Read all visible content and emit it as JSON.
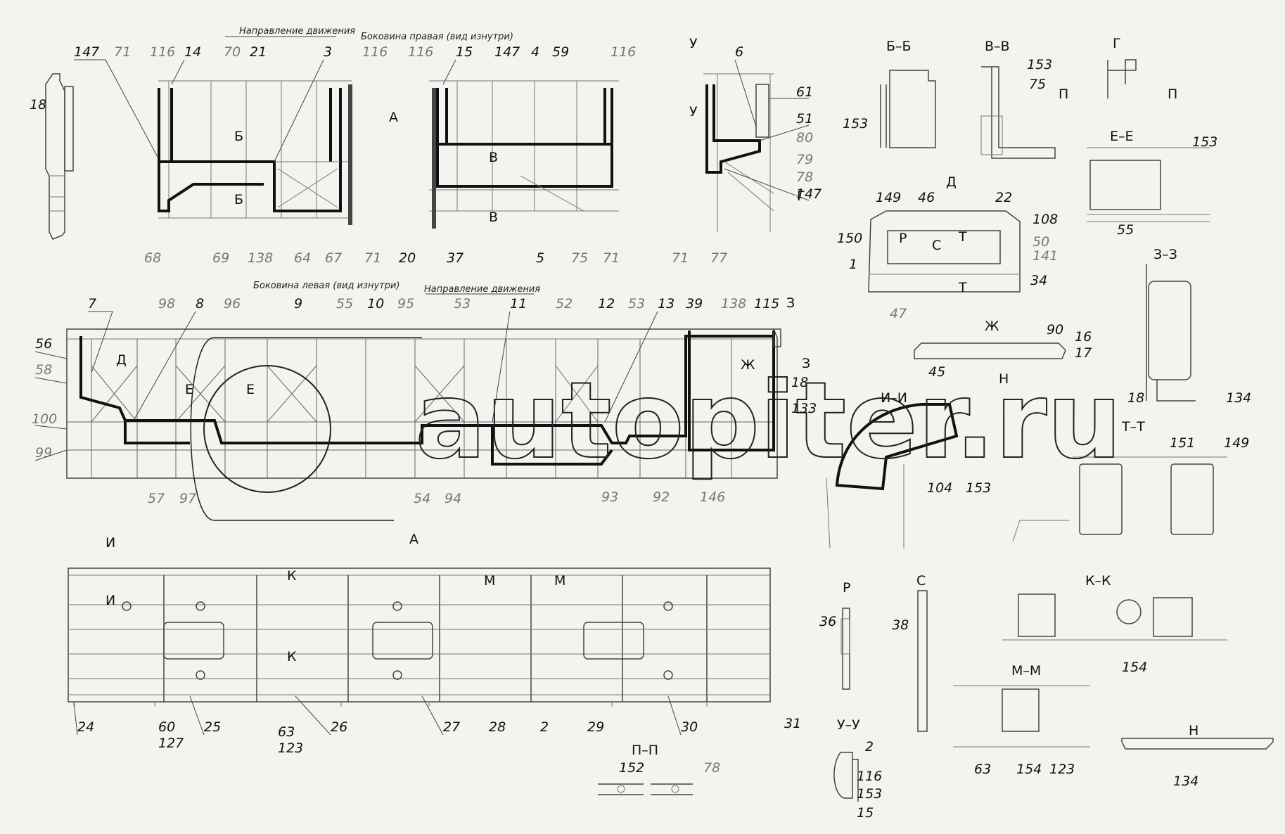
{
  "captions": {
    "motion_top": "Направление движения",
    "right_side": "Боковина правая (вид изнутри)",
    "left_side": "Боковина левая (вид изнутри)",
    "motion_mid": "Направление движения"
  },
  "watermark": "autopiter.ru",
  "view_letters": {
    "A_top": "А",
    "A_plan": "А",
    "B_mark": "Б",
    "V_mark": "В",
    "U_mark": "У",
    "G_mark": "Г",
    "D_mark": "Д",
    "E_mark": "Е",
    "ZH_mark": "Ж",
    "Z_mark": "З",
    "I_mark": "И",
    "K_mark": "К",
    "M_mark": "М",
    "P_mark": "Р",
    "S_mark": "С",
    "T_mark": "Т",
    "N_mark": "Н",
    "P2_mark": "П"
  },
  "section_titles": [
    "Б–Б",
    "В–В",
    "Г",
    "Е–Е",
    "Д",
    "Ж",
    "З–З",
    "И–И",
    "Т–Т",
    "Р",
    "С",
    "К–К",
    "М–М",
    "У–У",
    "Н",
    "П–П",
    "А"
  ],
  "callouts_top": [
    "147",
    "71",
    "116",
    "14",
    "70",
    "21",
    "3",
    "116",
    "116",
    "15",
    "147",
    "4",
    "59",
    "116",
    "6",
    "18",
    "61",
    "51",
    "80",
    "79",
    "78",
    "147",
    "68",
    "69",
    "138",
    "64",
    "67",
    "71",
    "20",
    "37",
    "5",
    "75",
    "71",
    "71",
    "77"
  ],
  "callouts_mid": [
    "7",
    "98",
    "8",
    "96",
    "9",
    "55",
    "10",
    "95",
    "53",
    "11",
    "52",
    "12",
    "53",
    "13",
    "39",
    "138",
    "115",
    "56",
    "58",
    "100",
    "99",
    "57",
    "97",
    "54",
    "94",
    "93",
    "92",
    "146",
    "18",
    "133"
  ],
  "callouts_bottom": [
    "24",
    "60",
    "127",
    "25",
    "63",
    "123",
    "26",
    "27",
    "28",
    "2",
    "29",
    "30",
    "31"
  ],
  "callouts_details": [
    "153",
    "153",
    "75",
    "153",
    "55",
    "149",
    "46",
    "22",
    "108",
    "150",
    "50",
    "141",
    "1",
    "34",
    "47",
    "90",
    "16",
    "17",
    "45",
    "18",
    "134",
    "104",
    "153",
    "151",
    "149",
    "36",
    "38",
    "154",
    "63",
    "154",
    "123",
    "2",
    "116",
    "153",
    "15",
    "152",
    "78",
    "134"
  ]
}
